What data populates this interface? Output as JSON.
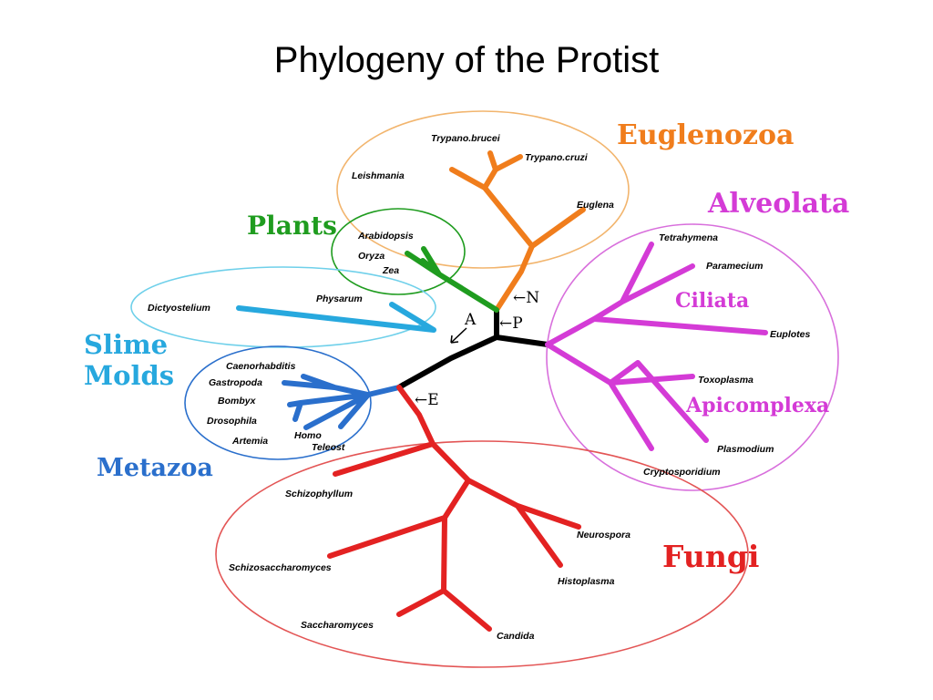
{
  "title": "Phylogeny of the Protist",
  "colors": {
    "euglenozoa": "#f07d1c",
    "alveolata": "#d43bd6",
    "plants": "#1f9c1f",
    "slime_molds": "#27a8de",
    "metazoa": "#2a6fcc",
    "fungi": "#e32222",
    "backbone": "#000000"
  },
  "groups": {
    "euglenozoa": "Euglenozoa",
    "alveolata": "Alveolata",
    "ciliata": "Ciliata",
    "apicomplexa": "Apicomplexa",
    "plants": "Plants",
    "slime_molds_line1": "Slime",
    "slime_molds_line2": "Molds",
    "metazoa": "Metazoa",
    "fungi": "Fungi"
  },
  "taxa": {
    "trypano_brucei": "Trypano.brucei",
    "trypano_cruzi": "Trypano.cruzi",
    "leishmania": "Leishmania",
    "euglena": "Euglena",
    "arabidopsis": "Arabidopsis",
    "oryza": "Oryza",
    "zea": "Zea",
    "dictyostelium": "Dictyostelium",
    "physarum": "Physarum",
    "tetrahymena": "Tetrahymena",
    "paramecium": "Paramecium",
    "euplotes": "Euplotes",
    "toxoplasma": "Toxoplasma",
    "plasmodium": "Plasmodium",
    "cryptosporidium": "Cryptosporidium",
    "caenorhabditis": "Caenorhabditis",
    "gastropoda": "Gastropoda",
    "bombyx": "Bombyx",
    "drosophila": "Drosophila",
    "artemia": "Artemia",
    "homo": "Homo",
    "teleost": "Teleost",
    "schizophyllum": "Schizophyllum",
    "neurospora": "Neurospora",
    "schizosaccharomyces": "Schizosaccharomyces",
    "histoplasma": "Histoplasma",
    "saccharomyces": "Saccharomyces",
    "candida": "Candida"
  },
  "markers": {
    "n": "←N",
    "p": "←P",
    "a": "A",
    "e": "←E"
  }
}
